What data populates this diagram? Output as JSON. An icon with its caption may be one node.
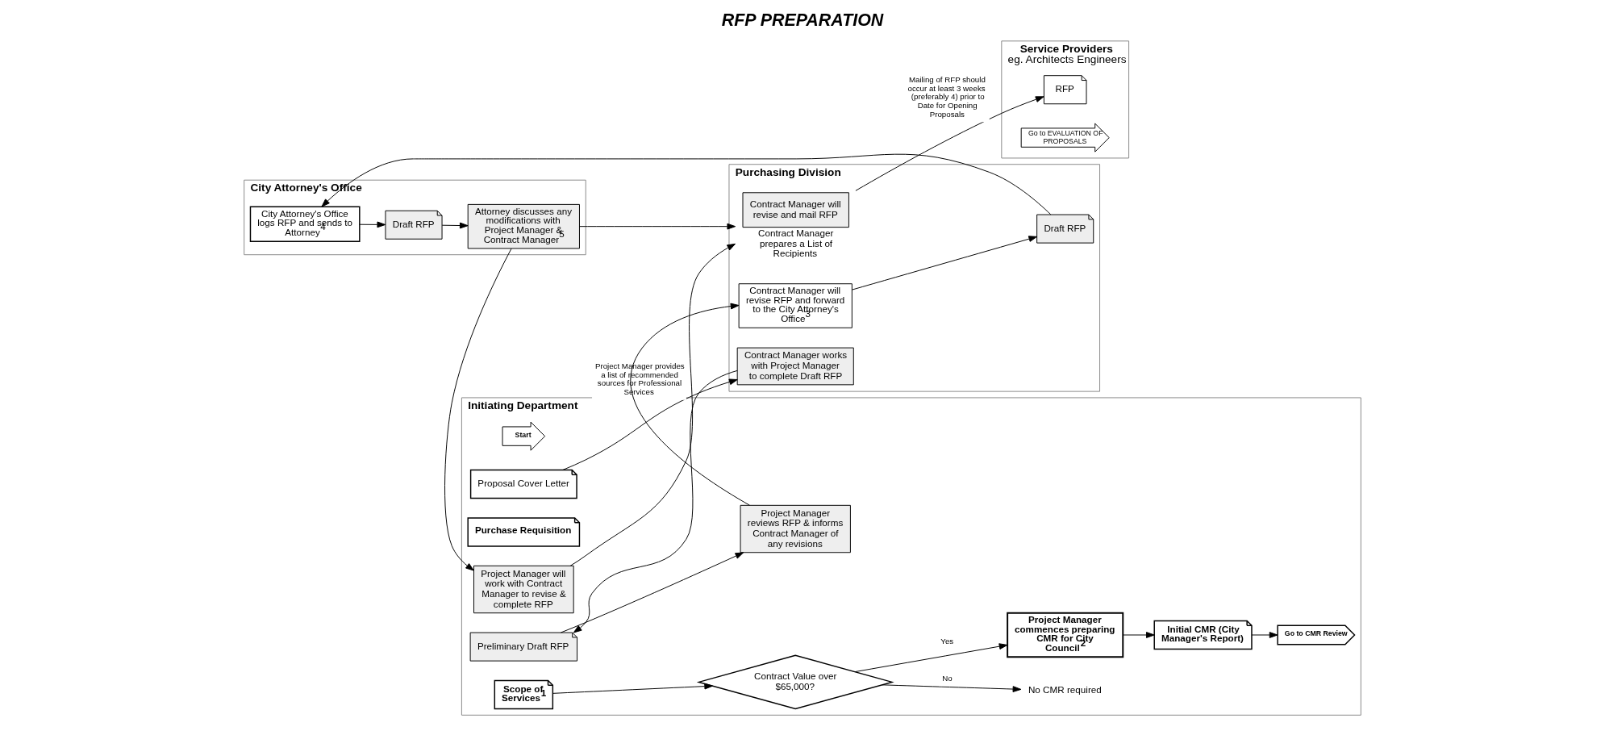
{
  "diagram": {
    "title": "RFP PREPARATION",
    "nodes": [
      {
        "text": [
          "Initiating Department"
        ]
      },
      {
        "text": [
          "Start"
        ],
        "in": 0
      },
      {
        "text": [
          "Scope of Services$^{1}$"
        ],
        "in": 0
      },
      {
        "text": [
          "Purchase Requisition"
        ],
        "in": 0
      },
      {
        "text": [
          "Proposal Cover Letter"
        ],
        "in": 0
      },
      {
        "text": [
          "Contract Value over $65,000?"
        ],
        "in": 0
      },
      {
        "text": [
          "No CMR required"
        ],
        "in": 0
      },
      {
        "text": [
          "Project Manager commences preparing CMR for City Council$^{2}$"
        ],
        "in": 0
      },
      {
        "text": [
          "Initial CMR (City Manager's Report)"
        ],
        "in": 0
      },
      {
        "text": [
          "Go to CMR Review"
        ],
        "in": 0
      },
      {
        "text": [
          "Preliminary Draft RFP"
        ],
        "in": 0
      },
      {
        "text": [
          "Project Manager reviews RFP & informs Contract Manager of any revisions"
        ],
        "in": 0
      },
      {
        "text": [
          "Project Manager will work with Contract Manager to revise & complete RFP"
        ],
        "in": 0
      },
      {
        "text": [
          "Purchasing Division"
        ]
      },
      {
        "text": [
          "Contract Manager works with Project Manager to complete Draft RFP"
        ],
        "in": 13
      },
      {
        "text": [
          "Contract Manager will revise RFP and forward to the City Attorney's Office$^{3}$"
        ],
        "in": 13
      },
      {
        "text": [
          "Draft RFP"
        ],
        "in": 13
      },
      {
        "text": [
          "Contract Manager will revise and mail RFP"
        ],
        "beside": [
          "Contract Manager prepares a List of Recipients"
        ],
        "in": 13
      },
      {
        "text": [
          "City Attorney's Office"
        ]
      },
      {
        "text": [
          "City Attorney's Office logs RFP and sends to Attorney$^{4}$"
        ],
        "in": 18
      },
      {
        "text": [
          "Draft RFP"
        ],
        "in": 18
      },
      {
        "text": [
          "Attorney discusses any modifications with Project Manager & Contract Manager$^{5}$"
        ],
        "in": 18
      },
      {
        "text": [
          "Service Providers",
          "eg. Architects Engineers"
        ]
      },
      {
        "text": [
          "RFP"
        ],
        "in": 22
      },
      {
        "text": [
          "Go to EVALUATION OF PROPOSALS"
        ],
        "in": 22
      }
    ],
    "edges": [
      {
        "from": 2,
        "to": 5,
        "arrow": "to"
      },
      {
        "from": 5,
        "to": 7,
        "label": "Yes",
        "arrow": "to"
      },
      {
        "from": 5,
        "to": 6,
        "label": "No",
        "arrow": "to"
      },
      {
        "from": 7,
        "to": 8,
        "arrow": "to"
      },
      {
        "from": 8,
        "to": 9,
        "arrow": "to"
      },
      {
        "from": 4,
        "to": 14,
        "label": "Project Manager provides a list of recommended sources for Professional Services",
        "arrow": "to"
      },
      {
        "from": 14,
        "to": 10,
        "arrow": "to"
      },
      {
        "from": 10,
        "to": 11,
        "arrow": "to"
      },
      {
        "from": 11,
        "to": 15,
        "arrow": "to"
      },
      {
        "from": 15,
        "to": 16,
        "arrow": "to"
      },
      {
        "from": 16,
        "to": 19,
        "arrow": "to"
      },
      {
        "from": 19,
        "to": 20,
        "arrow": "to"
      },
      {
        "from": 20,
        "to": 21,
        "arrow": "to"
      },
      {
        "from": 21,
        "to": 12,
        "arrow": "to"
      },
      {
        "from": 21,
        "to": 17,
        "arrow": "to"
      },
      {
        "from": 12,
        "to": 17,
        "arrow": "to"
      },
      {
        "from": 17,
        "to": 23,
        "label": "Mailing of RFP should occur at least 3 weeks (preferably 4) prior to Date for Opening Proposals",
        "arrow": "to"
      }
    ]
  }
}
